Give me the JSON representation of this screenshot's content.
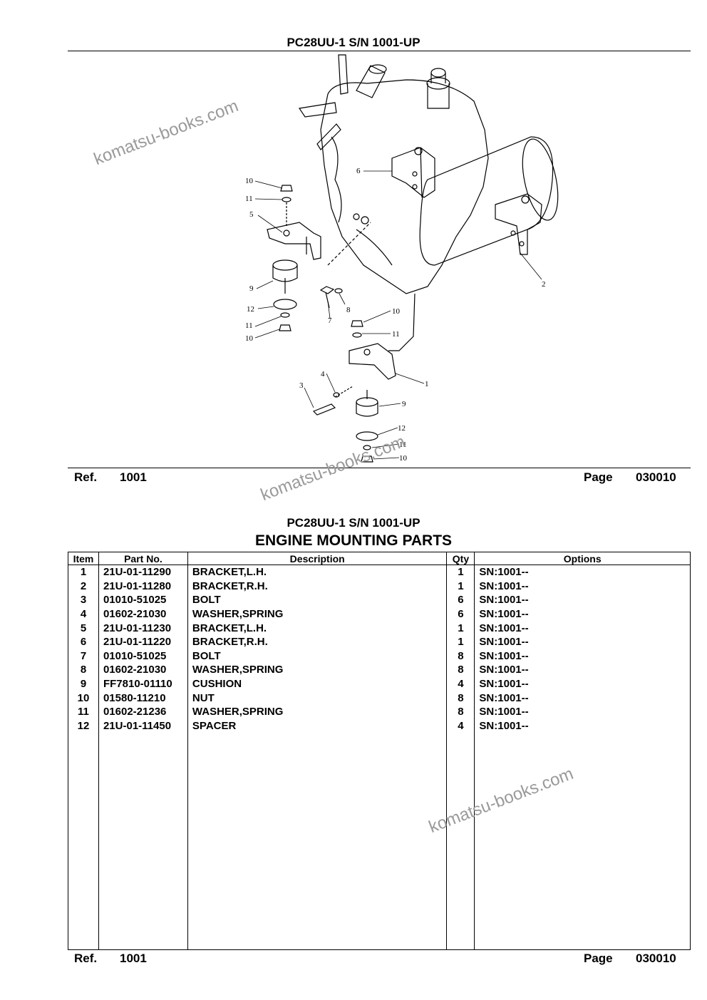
{
  "top_page": {
    "header": "PC28UU-1 S/N 1001-UP",
    "footer": {
      "ref_label": "Ref.",
      "ref_value": "1001",
      "page_label": "Page",
      "page_value": "030010"
    }
  },
  "diagram": {
    "callouts": [
      "10",
      "11",
      "5",
      "9",
      "12",
      "11",
      "10",
      "8",
      "7",
      "6",
      "2",
      "10",
      "11",
      "4",
      "3",
      "1",
      "9",
      "12",
      "11",
      "10"
    ]
  },
  "bottom_page": {
    "header": "PC28UU-1 S/N 1001-UP",
    "title": "ENGINE MOUNTING PARTS",
    "columns": {
      "item": "Item",
      "part_no": "Part No.",
      "description": "Description",
      "qty": "Qty",
      "options": "Options"
    },
    "rows": [
      {
        "item": "1",
        "part_no": "21U-01-11290",
        "description": "BRACKET,L.H.",
        "qty": "1",
        "options": "SN:1001--"
      },
      {
        "item": "2",
        "part_no": "21U-01-11280",
        "description": "BRACKET,R.H.",
        "qty": "1",
        "options": "SN:1001--"
      },
      {
        "item": "3",
        "part_no": "01010-51025",
        "description": "BOLT",
        "qty": "6",
        "options": "SN:1001--"
      },
      {
        "item": "4",
        "part_no": "01602-21030",
        "description": "WASHER,SPRING",
        "qty": "6",
        "options": "SN:1001--"
      },
      {
        "item": "5",
        "part_no": "21U-01-11230",
        "description": "BRACKET,L.H.",
        "qty": "1",
        "options": "SN:1001--"
      },
      {
        "item": "6",
        "part_no": "21U-01-11220",
        "description": "BRACKET,R.H.",
        "qty": "1",
        "options": "SN:1001--"
      },
      {
        "item": "7",
        "part_no": "01010-51025",
        "description": "BOLT",
        "qty": "8",
        "options": "SN:1001--"
      },
      {
        "item": "8",
        "part_no": "01602-21030",
        "description": "WASHER,SPRING",
        "qty": "8",
        "options": "SN:1001--"
      },
      {
        "item": "9",
        "part_no": "FF7810-01110",
        "description": "CUSHION",
        "qty": "4",
        "options": "SN:1001--"
      },
      {
        "item": "10",
        "part_no": "01580-11210",
        "description": "NUT",
        "qty": "8",
        "options": "SN:1001--"
      },
      {
        "item": "11",
        "part_no": "01602-21236",
        "description": "WASHER,SPRING",
        "qty": "8",
        "options": "SN:1001--"
      },
      {
        "item": "12",
        "part_no": "21U-01-11450",
        "description": "SPACER",
        "qty": "4",
        "options": "SN:1001--"
      }
    ],
    "footer": {
      "ref_label": "Ref.",
      "ref_value": "1001",
      "page_label": "Page",
      "page_value": "030010"
    }
  },
  "watermark": {
    "text": "komatsu-books.com",
    "color": "#9a9a9a"
  }
}
